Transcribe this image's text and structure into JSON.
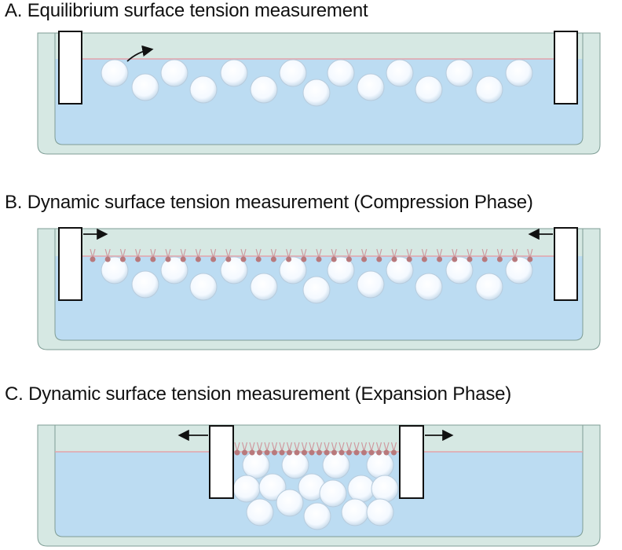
{
  "panels": [
    {
      "id": "A",
      "title": "A. Equilibrium surface tension measurement"
    },
    {
      "id": "B",
      "title": "B. Dynamic surface tension measurement (Compression Phase)"
    },
    {
      "id": "C",
      "title": "C. Dynamic surface tension measurement (Expansion Phase)"
    }
  ],
  "colors": {
    "water": "#bcdcf2",
    "trough_wall": "#d6e8e3",
    "trough_outline": "#7f9d95",
    "surface_line": "#e3a3aa",
    "lipid_head": "#b8797c",
    "lipid_tail": "#cf9aa0",
    "barrier": "#ffffff",
    "bubble": "#f4f9ff"
  }
}
